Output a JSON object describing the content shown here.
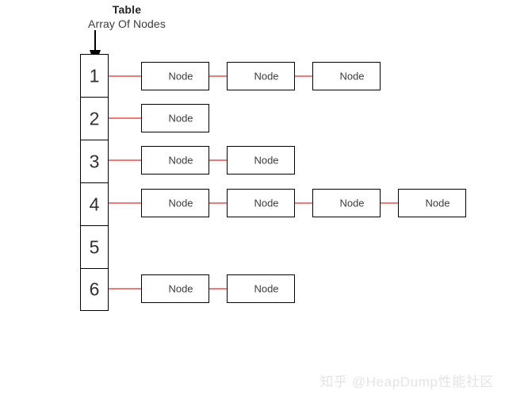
{
  "diagram": {
    "title_main": "Table",
    "title_sub": "Array Of Nodes",
    "entry_arrow_name": "entry-arrow-down",
    "node_label": "Node",
    "colors": {
      "box_border": "#000000",
      "arrow_line": "#ef7b78",
      "arrow_head": "#e8121c",
      "node_text": "#3c3c3c",
      "bucket_text": "#303030",
      "watermark": "#e4e4e4",
      "background": "#ffffff"
    },
    "buckets": [
      {
        "index": "1",
        "nodes": [
          "Node",
          "Node",
          "Node"
        ]
      },
      {
        "index": "2",
        "nodes": [
          "Node"
        ]
      },
      {
        "index": "3",
        "nodes": [
          "Node",
          "Node"
        ]
      },
      {
        "index": "4",
        "nodes": [
          "Node",
          "Node",
          "Node",
          "Node"
        ]
      },
      {
        "index": "5",
        "nodes": []
      },
      {
        "index": "6",
        "nodes": [
          "Node",
          "Node"
        ]
      }
    ]
  },
  "watermark": {
    "text": "知乎 @HeapDump性能社区"
  }
}
